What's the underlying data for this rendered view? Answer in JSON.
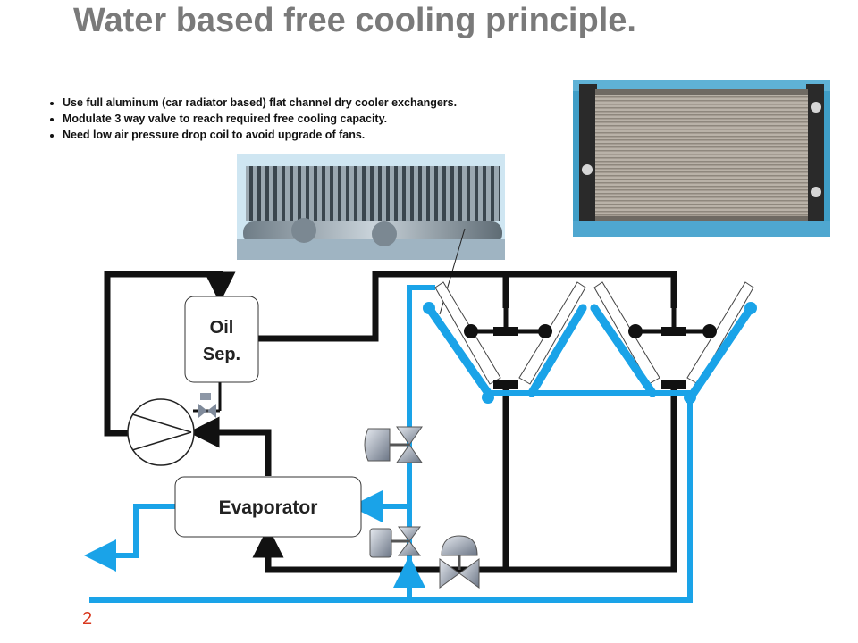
{
  "title": "Water based free cooling principle.",
  "bullets": [
    "Use full aluminum (car radiator based) flat channel dry cooler exchangers.",
    "Modulate 3 way valve to reach required free cooling capacity.",
    "Need low air pressure drop coil to avoid upgrade of fans."
  ],
  "diagram": {
    "oil_separator": {
      "line1": "Oil",
      "line2": "Sep."
    },
    "evaporator": {
      "label": "Evaporator"
    }
  },
  "slide_number": "2",
  "colors": {
    "water_line": "#1aa3e8",
    "refrigerant_line": "#111111",
    "title": "#7a7a7a",
    "slide_number": "#d9381e"
  }
}
